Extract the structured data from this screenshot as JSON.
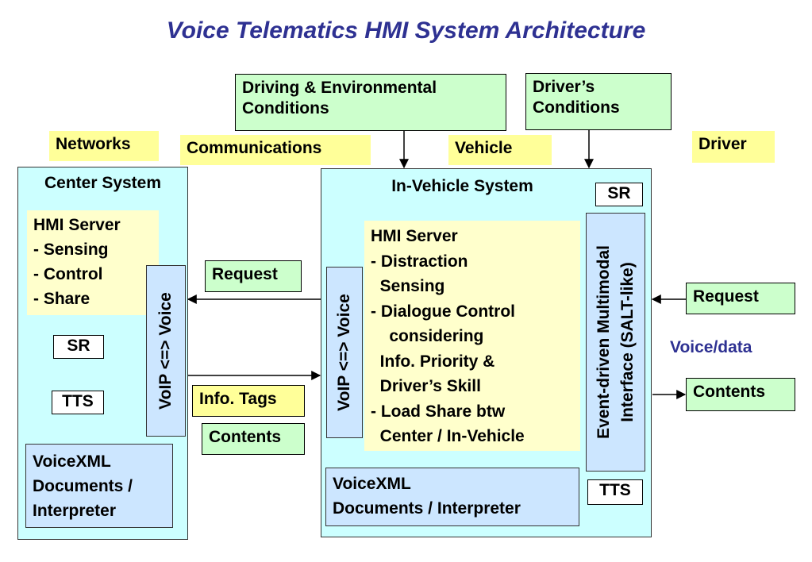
{
  "title": "Voice Telematics HMI System Architecture",
  "top_boxes": {
    "driving_env": "Driving & Environmental\nConditions",
    "drivers_conditions": "Driver’s\nConditions"
  },
  "category_labels": {
    "networks": "Networks",
    "communications": "Communications",
    "vehicle": "Vehicle",
    "driver": "Driver"
  },
  "center_system": {
    "title": "Center System",
    "hmi_server": "HMI Server\n- Sensing\n- Control\n- Share",
    "sr": "SR",
    "tts": "TTS",
    "voip": "VoIP <=> Voice",
    "voicexml": "VoiceXML\nDocuments /\nInterpreter"
  },
  "middle_flow": {
    "request": "Request",
    "info_tags": "Info. Tags",
    "contents": "Contents"
  },
  "in_vehicle_system": {
    "title": "In-Vehicle System",
    "sr": "SR",
    "voip": "VoIP <=> Voice",
    "hmi_server": "HMI Server\n- Distraction\n  Sensing\n- Dialogue Control\n    considering\n  Info. Priority &\n  Driver’s Skill\n- Load Share btw\n  Center / In-Vehicle",
    "multimodal": "Event-driven Multimodal\nInterface (SALT-like)",
    "voicexml": "VoiceXML\nDocuments / Interpreter",
    "tts": "TTS"
  },
  "driver_side": {
    "request": "Request",
    "voice_data": "Voice/data",
    "contents": "Contents"
  },
  "colors": {
    "title": "#2e3192",
    "voice_data": "#2e3192",
    "label_yellow": "#ffff99",
    "box_green": "#ccffcc",
    "system_cyan": "#ccffff",
    "doc_blue": "#cce6ff",
    "server_cream": "#ffffcc"
  }
}
